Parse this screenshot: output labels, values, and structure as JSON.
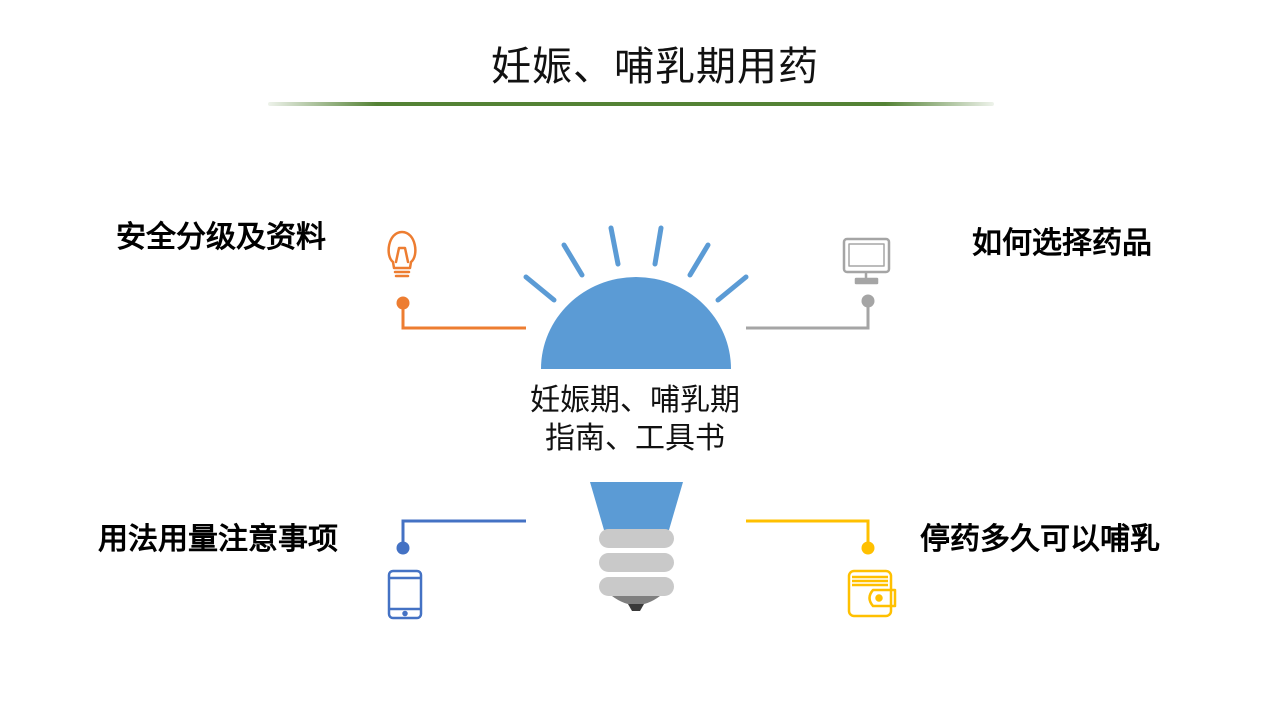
{
  "title": "妊娠、哺乳期用药",
  "center": {
    "line1": "妊娠期、哺乳期",
    "line2": "指南、工具书"
  },
  "branches": [
    {
      "label": "安全分级及资料",
      "icon": "lightbulb-icon",
      "color": "#ED7D31"
    },
    {
      "label": "如何选择药品",
      "icon": "monitor-icon",
      "color": "#A5A5A5"
    },
    {
      "label": "用法用量注意事项",
      "icon": "phone-icon",
      "color": "#4472C4"
    },
    {
      "label": "停药多久可以哺乳",
      "icon": "wallet-icon",
      "color": "#FFC000"
    }
  ],
  "colors": {
    "bulb": "#5B9BD5",
    "bulb_base": "#C9C9C9",
    "title_rule": "#548235"
  }
}
